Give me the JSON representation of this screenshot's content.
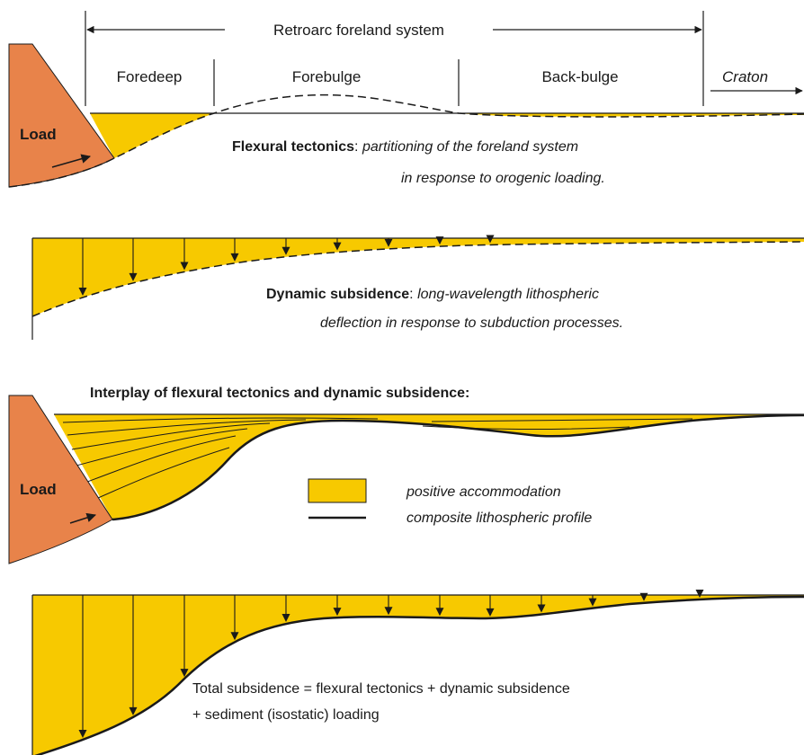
{
  "colors": {
    "accommodation": "#f7c900",
    "load": "#e8834a",
    "line": "#1a1a1a"
  },
  "panel1": {
    "system_label": "Retroarc foreland system",
    "zones": [
      "Foredeep",
      "Forebulge",
      "Back-bulge",
      "Craton"
    ],
    "load_label": "Load",
    "caption_bold": "Flexural tectonics",
    "caption_sep": ": ",
    "caption_italic_1": "partitioning of the foreland system",
    "caption_italic_2": "in response to orogenic loading."
  },
  "panel2": {
    "caption_bold": "Dynamic subsidence",
    "caption_sep": ": ",
    "caption_italic_1": "long-wavelength lithospheric",
    "caption_italic_2": "deflection in response to subduction processes."
  },
  "panel3": {
    "title": "Interplay of flexural tectonics and dynamic subsidence:",
    "load_label": "Load",
    "legend": [
      {
        "icon": "yellow-box-icon",
        "label": "positive accommodation"
      },
      {
        "icon": "black-line-icon",
        "label": "composite lithospheric profile"
      }
    ]
  },
  "panel4": {
    "caption_1": "Total subsidence = flexural tectonics + dynamic subsidence",
    "caption_2": "+ sediment (isostatic) loading"
  }
}
